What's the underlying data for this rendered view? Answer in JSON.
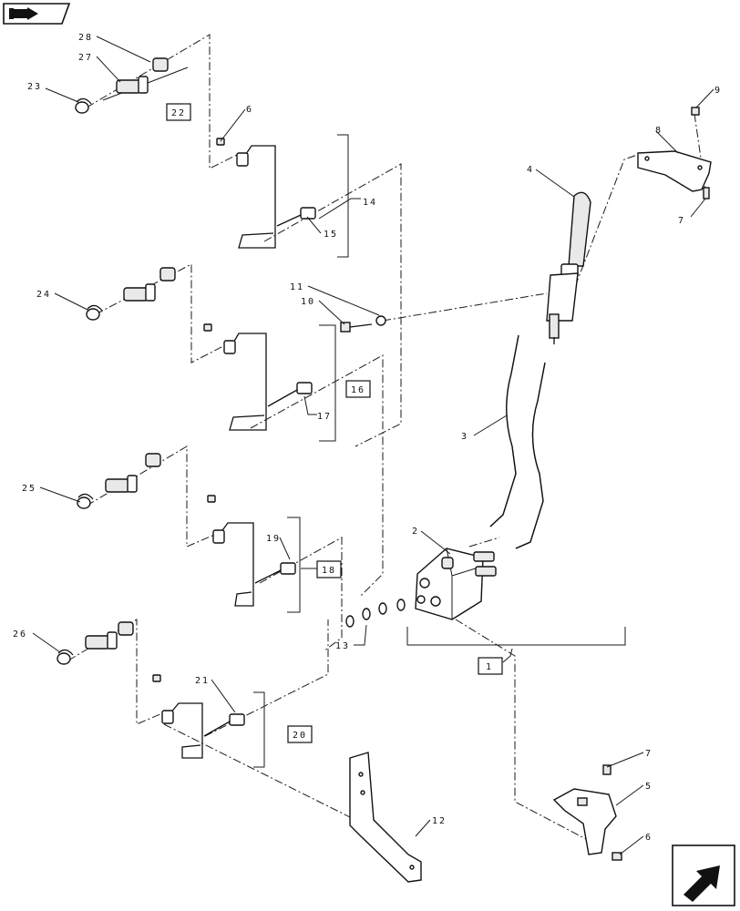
{
  "labels": {
    "l1": "1",
    "l2": "2",
    "l3": "3",
    "l4": "4",
    "l5": "5",
    "l6a": "6",
    "l6b": "6",
    "l7a": "7",
    "l7b": "7",
    "l8": "8",
    "l9": "9",
    "l10": "10",
    "l11": "11",
    "l12": "12",
    "l13": "13",
    "l14": "14",
    "l15": "15",
    "l16": "16",
    "l17": "17",
    "l18": "18",
    "l19": "19",
    "l20": "20",
    "l21": "21",
    "l22": "22",
    "l23": "23",
    "l24": "24",
    "l25": "25",
    "l26": "26",
    "l27": "27",
    "l28": "28"
  },
  "icons": {
    "top_left": "book-arrow-icon",
    "bottom_right": "next-page-arrow-icon"
  }
}
